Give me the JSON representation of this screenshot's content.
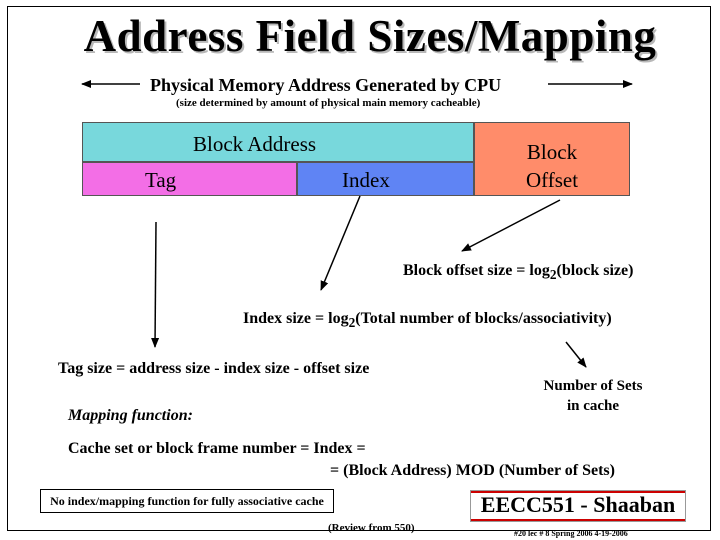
{
  "title": "Address Field Sizes/Mapping",
  "physical_address": {
    "label": "Physical Memory Address Generated by CPU",
    "note": "(size determined by amount of physical main memory cacheable)"
  },
  "fields": {
    "block_address": "Block Address",
    "tag": "Tag",
    "index": "Index",
    "block_offset_line1": "Block",
    "block_offset_line2": "Offset"
  },
  "colors": {
    "block_address": "#78d8dc",
    "tag": "#f36ee6",
    "index": "#5f84f4",
    "block_offset": "#ff8c6a"
  },
  "formulas": {
    "offset_size_prefix": "Block offset size = log",
    "offset_size_sub": "2",
    "offset_size_suffix": "(block size)",
    "index_size_prefix": "Index size = log",
    "index_size_sub": "2",
    "index_size_suffix": "(Total number of blocks/associativity)",
    "tag_size": "Tag size = address size - index size - offset size",
    "number_of_sets_line1": "Number of Sets",
    "number_of_sets_line2": "in cache"
  },
  "mapping": {
    "heading": "Mapping function:",
    "line1": "Cache set or block frame number =  Index =",
    "line2": "=  (Block Address) MOD (Number of Sets)"
  },
  "footnote": "No index/mapping function for fully associative cache",
  "brand": "EECC551 - Shaaban",
  "review": "(Review from 550)",
  "slide_info": "#20  lec # 8  Spring 2006  4-19-2006"
}
